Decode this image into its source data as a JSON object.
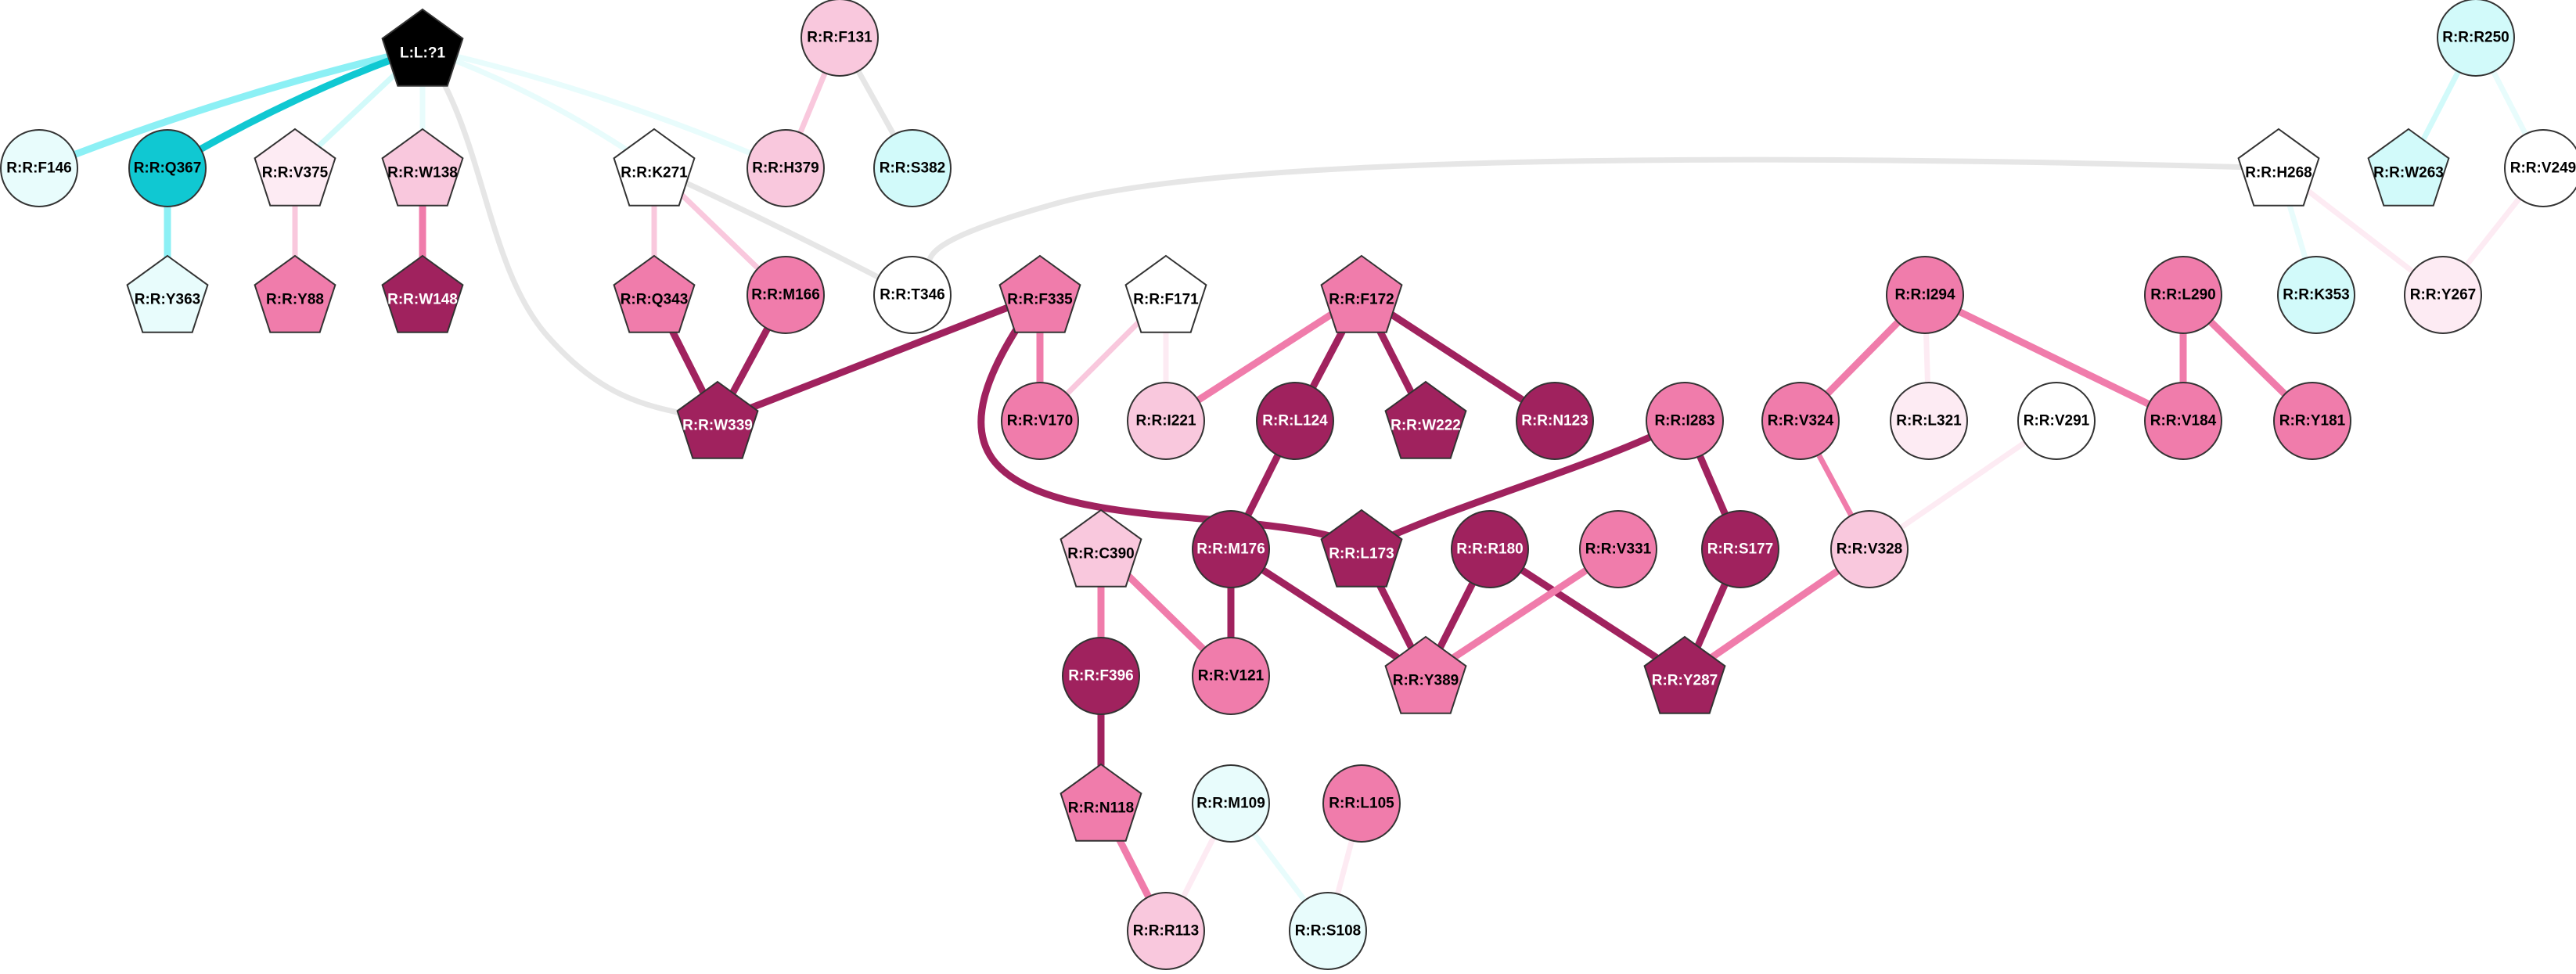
{
  "palette": {
    "black": "#000000",
    "dark_magenta": "#A0225E",
    "pink": "#F07CAB",
    "light_pink": "#F9C8DD",
    "pale_pink": "#FDEBF3",
    "white": "#FFFFFF",
    "pale_cyan": "#E8FCFC",
    "light_cyan": "#D2FAFA",
    "cyan": "#10C8D2",
    "edge_gray": "#E6E6E6",
    "edge_cyan_light": "#8CF0F5"
  },
  "nodes": [
    {
      "id": "L:L:?1",
      "shape": "pentagon",
      "color": "black",
      "text_color": "#FFFFFF"
    },
    {
      "id": "R:R:F131",
      "shape": "circle",
      "color": "light_pink"
    },
    {
      "id": "R:R:R250",
      "shape": "circle",
      "color": "light_cyan"
    },
    {
      "id": "R:R:F146",
      "shape": "circle",
      "color": "pale_cyan"
    },
    {
      "id": "R:R:Q367",
      "shape": "circle",
      "color": "cyan"
    },
    {
      "id": "R:R:V375",
      "shape": "pentagon",
      "color": "pale_pink"
    },
    {
      "id": "R:R:W138",
      "shape": "pentagon",
      "color": "light_pink"
    },
    {
      "id": "R:R:K271",
      "shape": "pentagon",
      "color": "white"
    },
    {
      "id": "R:R:H379",
      "shape": "circle",
      "color": "light_pink"
    },
    {
      "id": "R:R:S382",
      "shape": "circle",
      "color": "light_cyan"
    },
    {
      "id": "R:R:H268",
      "shape": "pentagon",
      "color": "white"
    },
    {
      "id": "R:R:W263",
      "shape": "pentagon",
      "color": "light_cyan"
    },
    {
      "id": "R:R:V249",
      "shape": "circle",
      "color": "white"
    },
    {
      "id": "R:R:Y363",
      "shape": "pentagon",
      "color": "pale_cyan"
    },
    {
      "id": "R:R:Y88",
      "shape": "pentagon",
      "color": "pink"
    },
    {
      "id": "R:R:W148",
      "shape": "pentagon",
      "color": "dark_magenta",
      "text_color": "#FFFFFF"
    },
    {
      "id": "R:R:Q343",
      "shape": "pentagon",
      "color": "pink"
    },
    {
      "id": "R:R:M166",
      "shape": "circle",
      "color": "pink"
    },
    {
      "id": "R:R:T346",
      "shape": "circle",
      "color": "white"
    },
    {
      "id": "R:R:F335",
      "shape": "pentagon",
      "color": "pink"
    },
    {
      "id": "R:R:F171",
      "shape": "pentagon",
      "color": "white"
    },
    {
      "id": "R:R:F172",
      "shape": "pentagon",
      "color": "pink"
    },
    {
      "id": "R:R:I294",
      "shape": "circle",
      "color": "pink"
    },
    {
      "id": "R:R:L290",
      "shape": "circle",
      "color": "pink"
    },
    {
      "id": "R:R:K353",
      "shape": "circle",
      "color": "light_cyan"
    },
    {
      "id": "R:R:Y267",
      "shape": "circle",
      "color": "pale_pink"
    },
    {
      "id": "R:R:W339",
      "shape": "pentagon",
      "color": "dark_magenta",
      "text_color": "#FFFFFF"
    },
    {
      "id": "R:R:V170",
      "shape": "circle",
      "color": "pink"
    },
    {
      "id": "R:R:I221",
      "shape": "circle",
      "color": "light_pink"
    },
    {
      "id": "R:R:L124",
      "shape": "circle",
      "color": "dark_magenta",
      "text_color": "#FFFFFF"
    },
    {
      "id": "R:R:W222",
      "shape": "pentagon",
      "color": "dark_magenta",
      "text_color": "#FFFFFF"
    },
    {
      "id": "R:R:N123",
      "shape": "circle",
      "color": "dark_magenta",
      "text_color": "#FFFFFF"
    },
    {
      "id": "R:R:I283",
      "shape": "circle",
      "color": "pink"
    },
    {
      "id": "R:R:V324",
      "shape": "circle",
      "color": "pink"
    },
    {
      "id": "R:R:L321",
      "shape": "circle",
      "color": "pale_pink"
    },
    {
      "id": "R:R:V291",
      "shape": "circle",
      "color": "white"
    },
    {
      "id": "R:R:V184",
      "shape": "circle",
      "color": "pink"
    },
    {
      "id": "R:R:Y181",
      "shape": "circle",
      "color": "pink"
    },
    {
      "id": "R:R:C390",
      "shape": "pentagon",
      "color": "light_pink"
    },
    {
      "id": "R:R:M176",
      "shape": "circle",
      "color": "dark_magenta",
      "text_color": "#FFFFFF"
    },
    {
      "id": "R:R:L173",
      "shape": "pentagon",
      "color": "dark_magenta",
      "text_color": "#FFFFFF"
    },
    {
      "id": "R:R:R180",
      "shape": "circle",
      "color": "dark_magenta",
      "text_color": "#FFFFFF"
    },
    {
      "id": "R:R:V331",
      "shape": "circle",
      "color": "pink"
    },
    {
      "id": "R:R:S177",
      "shape": "circle",
      "color": "dark_magenta",
      "text_color": "#FFFFFF"
    },
    {
      "id": "R:R:V328",
      "shape": "circle",
      "color": "light_pink"
    },
    {
      "id": "R:R:F396",
      "shape": "circle",
      "color": "dark_magenta",
      "text_color": "#FFFFFF"
    },
    {
      "id": "R:R:V121",
      "shape": "circle",
      "color": "pink"
    },
    {
      "id": "R:R:Y389",
      "shape": "pentagon",
      "color": "pink"
    },
    {
      "id": "R:R:Y287",
      "shape": "pentagon",
      "color": "dark_magenta",
      "text_color": "#FFFFFF"
    },
    {
      "id": "R:R:N118",
      "shape": "pentagon",
      "color": "pink"
    },
    {
      "id": "R:R:M109",
      "shape": "circle",
      "color": "pale_cyan"
    },
    {
      "id": "R:R:L105",
      "shape": "circle",
      "color": "pink"
    },
    {
      "id": "R:R:R113",
      "shape": "circle",
      "color": "light_pink"
    },
    {
      "id": "R:R:S108",
      "shape": "circle",
      "color": "pale_cyan"
    }
  ],
  "edges": [
    {
      "source": "L:L:?1",
      "target": "R:R:F146",
      "color": "edge_cyan_light",
      "weight": 2
    },
    {
      "source": "L:L:?1",
      "target": "R:R:Q367",
      "color": "cyan",
      "weight": 2
    },
    {
      "source": "L:L:?1",
      "target": "R:R:V375",
      "color": "light_cyan",
      "weight": 1
    },
    {
      "source": "L:L:?1",
      "target": "R:R:W138",
      "color": "pale_cyan",
      "weight": 1
    },
    {
      "source": "L:L:?1",
      "target": "R:R:K271",
      "color": "pale_cyan",
      "weight": 1
    },
    {
      "source": "L:L:?1",
      "target": "R:R:H379",
      "color": "pale_cyan",
      "weight": 1
    },
    {
      "source": "L:L:?1",
      "target": "R:R:W339",
      "color": "edge_gray",
      "weight": 1
    },
    {
      "source": "R:R:F131",
      "target": "R:R:H379",
      "color": "light_pink",
      "weight": 1
    },
    {
      "source": "R:R:F131",
      "target": "R:R:S382",
      "color": "edge_gray",
      "weight": 1
    },
    {
      "source": "R:R:R250",
      "target": "R:R:W263",
      "color": "light_cyan",
      "weight": 1
    },
    {
      "source": "R:R:R250",
      "target": "R:R:V249",
      "color": "pale_cyan",
      "weight": 1
    },
    {
      "source": "R:R:Q367",
      "target": "R:R:Y363",
      "color": "edge_cyan_light",
      "weight": 2
    },
    {
      "source": "R:R:V375",
      "target": "R:R:Y88",
      "color": "light_pink",
      "weight": 1
    },
    {
      "source": "R:R:W138",
      "target": "R:R:W148",
      "color": "pink",
      "weight": 2
    },
    {
      "source": "R:R:K271",
      "target": "R:R:Q343",
      "color": "light_pink",
      "weight": 1
    },
    {
      "source": "R:R:K271",
      "target": "R:R:M166",
      "color": "light_pink",
      "weight": 1
    },
    {
      "source": "R:R:K271",
      "target": "R:R:T346",
      "color": "edge_gray",
      "weight": 1
    },
    {
      "source": "R:R:H268",
      "target": "R:R:T346",
      "color": "edge_gray",
      "weight": 1
    },
    {
      "source": "R:R:H268",
      "target": "R:R:K353",
      "color": "pale_cyan",
      "weight": 1
    },
    {
      "source": "R:R:H268",
      "target": "R:R:Y267",
      "color": "pale_pink",
      "weight": 1
    },
    {
      "source": "R:R:V249",
      "target": "R:R:Y267",
      "color": "pale_pink",
      "weight": 1
    },
    {
      "source": "R:R:Q343",
      "target": "R:R:W339",
      "color": "dark_magenta",
      "weight": 2
    },
    {
      "source": "R:R:M166",
      "target": "R:R:W339",
      "color": "dark_magenta",
      "weight": 2
    },
    {
      "source": "R:R:F335",
      "target": "R:R:W339",
      "color": "dark_magenta",
      "weight": 2
    },
    {
      "source": "R:R:F335",
      "target": "R:R:V170",
      "color": "pink",
      "weight": 2
    },
    {
      "source": "R:R:F335",
      "target": "R:R:L173",
      "color": "dark_magenta",
      "weight": 2,
      "curve": "down"
    },
    {
      "source": "R:R:F171",
      "target": "R:R:V170",
      "color": "light_pink",
      "weight": 1
    },
    {
      "source": "R:R:F171",
      "target": "R:R:I221",
      "color": "pale_pink",
      "weight": 1
    },
    {
      "source": "R:R:F172",
      "target": "R:R:I221",
      "color": "pink",
      "weight": 2
    },
    {
      "source": "R:R:F172",
      "target": "R:R:L124",
      "color": "dark_magenta",
      "weight": 2
    },
    {
      "source": "R:R:F172",
      "target": "R:R:W222",
      "color": "dark_magenta",
      "weight": 2
    },
    {
      "source": "R:R:F172",
      "target": "R:R:N123",
      "color": "dark_magenta",
      "weight": 2
    },
    {
      "source": "R:R:I294",
      "target": "R:R:V324",
      "color": "pink",
      "weight": 2
    },
    {
      "source": "R:R:I294",
      "target": "R:R:L321",
      "color": "pale_pink",
      "weight": 1
    },
    {
      "source": "R:R:I294",
      "target": "R:R:V184",
      "color": "pink",
      "weight": 2
    },
    {
      "source": "R:R:L290",
      "target": "R:R:V184",
      "color": "pink",
      "weight": 2
    },
    {
      "source": "R:R:L290",
      "target": "R:R:Y181",
      "color": "pink",
      "weight": 2
    },
    {
      "source": "R:R:L124",
      "target": "R:R:M176",
      "color": "dark_magenta",
      "weight": 2
    },
    {
      "source": "R:R:I283",
      "target": "R:R:L173",
      "color": "dark_magenta",
      "weight": 2,
      "curve": "sag"
    },
    {
      "source": "R:R:I283",
      "target": "R:R:S177",
      "color": "dark_magenta",
      "weight": 2
    },
    {
      "source": "R:R:V324",
      "target": "R:R:V328",
      "color": "pink",
      "weight": 1
    },
    {
      "source": "R:R:V291",
      "target": "R:R:V328",
      "color": "pale_pink",
      "weight": 1
    },
    {
      "source": "R:R:C390",
      "target": "R:R:F396",
      "color": "pink",
      "weight": 2
    },
    {
      "source": "R:R:C390",
      "target": "R:R:V121",
      "color": "pink",
      "weight": 2
    },
    {
      "source": "R:R:M176",
      "target": "R:R:V121",
      "color": "dark_magenta",
      "weight": 2
    },
    {
      "source": "R:R:M176",
      "target": "R:R:Y389",
      "color": "dark_magenta",
      "weight": 2
    },
    {
      "source": "R:R:L173",
      "target": "R:R:Y389",
      "color": "dark_magenta",
      "weight": 2
    },
    {
      "source": "R:R:R180",
      "target": "R:R:Y389",
      "color": "dark_magenta",
      "weight": 2
    },
    {
      "source": "R:R:R180",
      "target": "R:R:Y287",
      "color": "dark_magenta",
      "weight": 2
    },
    {
      "source": "R:R:V331",
      "target": "R:R:Y389",
      "color": "pink",
      "weight": 2
    },
    {
      "source": "R:R:S177",
      "target": "R:R:Y287",
      "color": "dark_magenta",
      "weight": 2
    },
    {
      "source": "R:R:V328",
      "target": "R:R:Y287",
      "color": "pink",
      "weight": 2
    },
    {
      "source": "R:R:F396",
      "target": "R:R:N118",
      "color": "dark_magenta",
      "weight": 2
    },
    {
      "source": "R:R:N118",
      "target": "R:R:R113",
      "color": "pink",
      "weight": 2
    },
    {
      "source": "R:R:M109",
      "target": "R:R:R113",
      "color": "pale_pink",
      "weight": 1
    },
    {
      "source": "R:R:M109",
      "target": "R:R:S108",
      "color": "pale_cyan",
      "weight": 1
    },
    {
      "source": "R:R:L105",
      "target": "R:R:S108",
      "color": "pale_pink",
      "weight": 1
    }
  ]
}
